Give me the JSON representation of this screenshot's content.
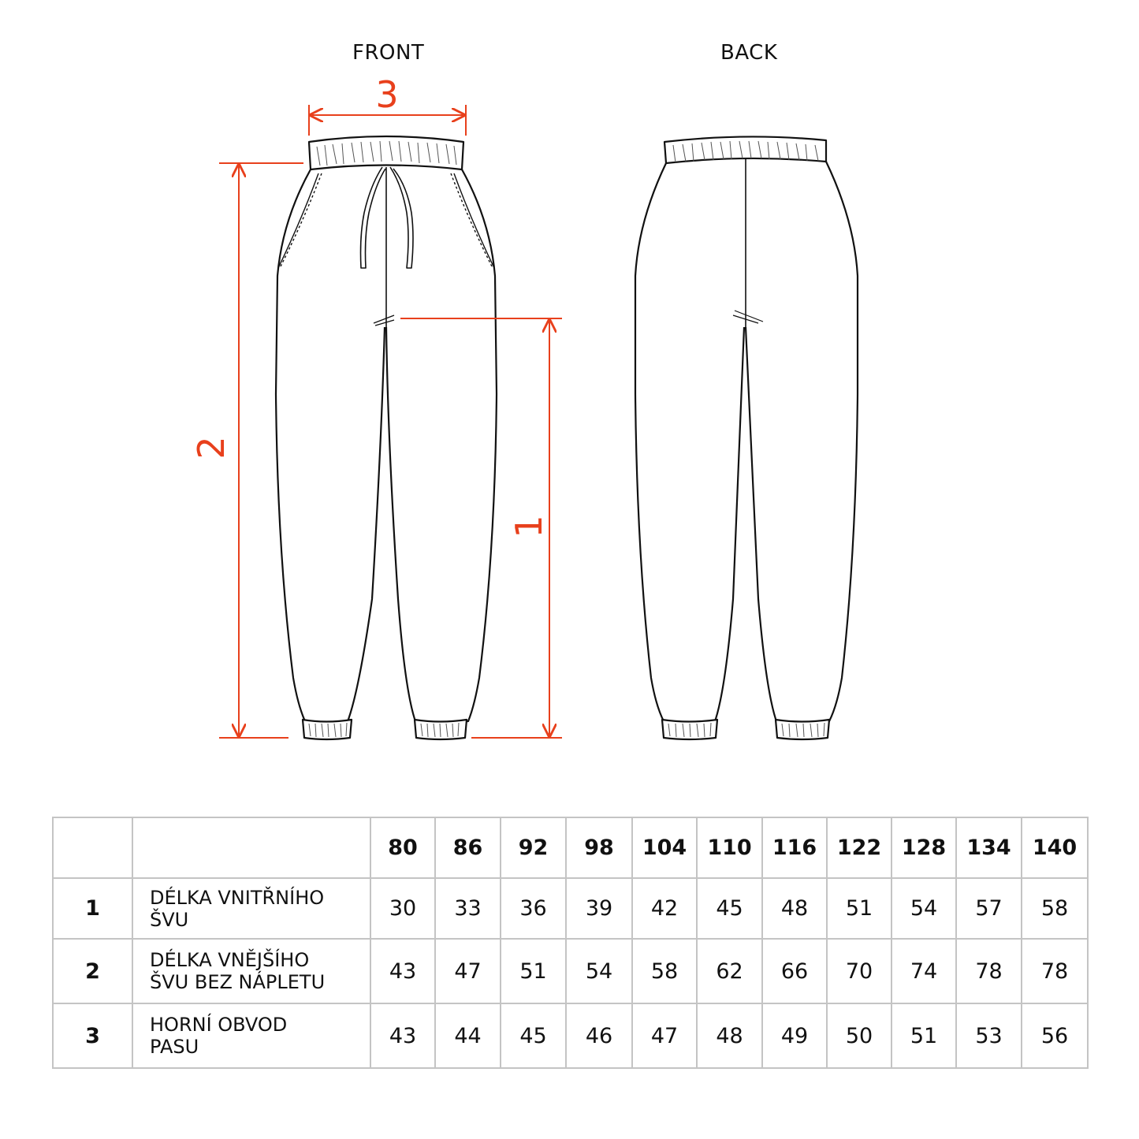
{
  "views": {
    "front": "FRONT",
    "back": "BACK"
  },
  "markers": {
    "m1": "1",
    "m2": "2",
    "m3": "3"
  },
  "colors": {
    "accent": "#e8401c",
    "line": "#111111",
    "grid": "#c4c4c4"
  },
  "table": {
    "sizes": [
      "80",
      "86",
      "92",
      "98",
      "104",
      "110",
      "116",
      "122",
      "128",
      "134",
      "140"
    ],
    "rows": [
      {
        "num": "1",
        "desc_lines": [
          "DÉLKA VNITŘNÍHO",
          "ŠVU"
        ],
        "values": [
          "30",
          "33",
          "36",
          "39",
          "42",
          "45",
          "48",
          "51",
          "54",
          "57",
          "58"
        ]
      },
      {
        "num": "2",
        "desc_lines": [
          "DÉLKA VNĚJŠÍHO",
          "ŠVU BEZ NÁPLETU"
        ],
        "values": [
          "43",
          "47",
          "51",
          "54",
          "58",
          "62",
          "66",
          "70",
          "74",
          "78",
          "78"
        ]
      },
      {
        "num": "3",
        "desc_lines": [
          "HORNÍ OBVOD",
          "PASU"
        ],
        "values": [
          "43",
          "44",
          "45",
          "46",
          "47",
          "48",
          "49",
          "50",
          "51",
          "53",
          "56"
        ]
      }
    ]
  }
}
